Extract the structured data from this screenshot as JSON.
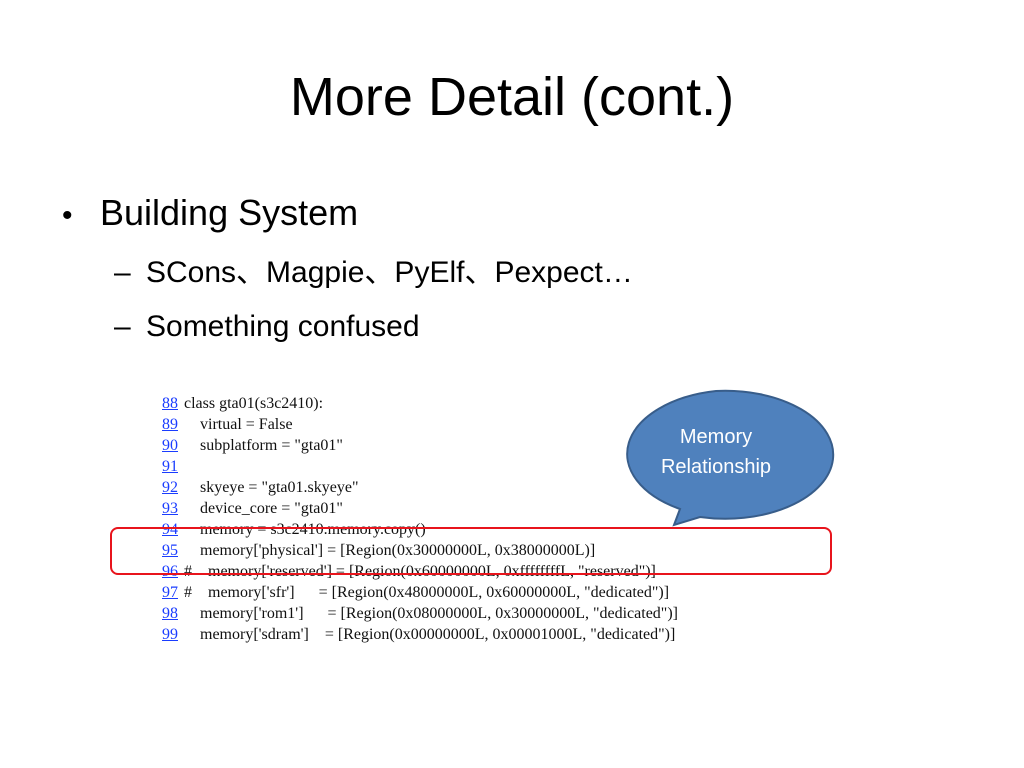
{
  "slide": {
    "title": "More Detail (cont.)",
    "bullet": {
      "marker": "•",
      "text": "Building System",
      "sub_items": [
        {
          "dash": "–",
          "text": "SCons、Magpie、PyElf、Pexpect…"
        },
        {
          "dash": "–",
          "text": "Something confused"
        }
      ]
    }
  },
  "code": {
    "lines": [
      {
        "num": "88",
        "text": "class gta01(s3c2410):"
      },
      {
        "num": "89",
        "text": "    virtual = False"
      },
      {
        "num": "90",
        "text": "    subplatform = \"gta01\""
      },
      {
        "num": "91",
        "text": ""
      },
      {
        "num": "92",
        "text": "    skyeye = \"gta01.skyeye\""
      },
      {
        "num": "93",
        "text": "    device_core = \"gta01\""
      },
      {
        "num": "94",
        "text": "    memory = s3c2410.memory.copy()"
      },
      {
        "num": "95",
        "text": "    memory['physical'] = [Region(0x30000000L, 0x38000000L)]"
      },
      {
        "num": "96",
        "text": "#    memory['reserved'] = [Region(0x60000000L, 0xffffffffL, \"reserved\")]"
      },
      {
        "num": "97",
        "text": "#    memory['sfr']      = [Region(0x48000000L, 0x60000000L, \"dedicated\")]"
      },
      {
        "num": "98",
        "text": "    memory['rom1']      = [Region(0x08000000L, 0x30000000L, \"dedicated\")]"
      },
      {
        "num": "99",
        "text": "    memory['sdram']    = [Region(0x00000000L, 0x00001000L, \"dedicated\")]"
      }
    ]
  },
  "callout": {
    "line1": "Memory",
    "line2": "Relationship",
    "fill": "#4f81bd",
    "stroke": "#385d8a"
  },
  "highlight_color": "#e8141c",
  "link_color": "#1a3cff"
}
